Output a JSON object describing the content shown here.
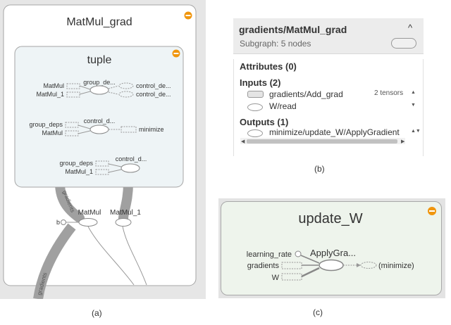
{
  "panel_a": {
    "title": "MatMul_grad",
    "tuple_title": "tuple",
    "group1": {
      "in1": "MatMul",
      "in2": "MatMul_1",
      "node": "group_de...",
      "out1": "control_de...",
      "out2": "control_de..."
    },
    "group2": {
      "in1": "group_deps",
      "in2": "MatMul",
      "node": "control_d...",
      "out": "minimize"
    },
    "group3": {
      "in1": "group_deps",
      "in2": "MatMul_1",
      "node": "control_d..."
    },
    "bottom": {
      "b": "b",
      "matmul": "MatMul",
      "matmul1": "MatMul_1",
      "edge1": "gradients",
      "edge2": "gradients",
      "edge3": "gradients"
    },
    "caption": "(a)"
  },
  "panel_b": {
    "title": "gradients/MatMul_grad",
    "subtitle": "Subgraph: 5 nodes",
    "caret": "^",
    "attributes_label": "Attributes (0)",
    "inputs_label": "Inputs (2)",
    "inputs": [
      {
        "name": "gradients/Add_grad",
        "meta": "2 tensors"
      },
      {
        "name": "W/read",
        "meta": ""
      }
    ],
    "outputs_label": "Outputs (1)",
    "outputs": [
      {
        "name": "minimize/update_W/ApplyGradient"
      }
    ],
    "caption": "(b)"
  },
  "panel_c": {
    "title": "update_W",
    "in1": "learning_rate",
    "in2": "gradients",
    "in3": "W",
    "node": "ApplyGra...",
    "out": "(minimize)",
    "caption": "(c)"
  },
  "colors": {
    "panel_bg": "#e6e6e6",
    "tuple_fill": "#eef4f6",
    "update_fill": "#eef4ec",
    "collapse_icon": "#f0960e",
    "edge": "#999999"
  }
}
